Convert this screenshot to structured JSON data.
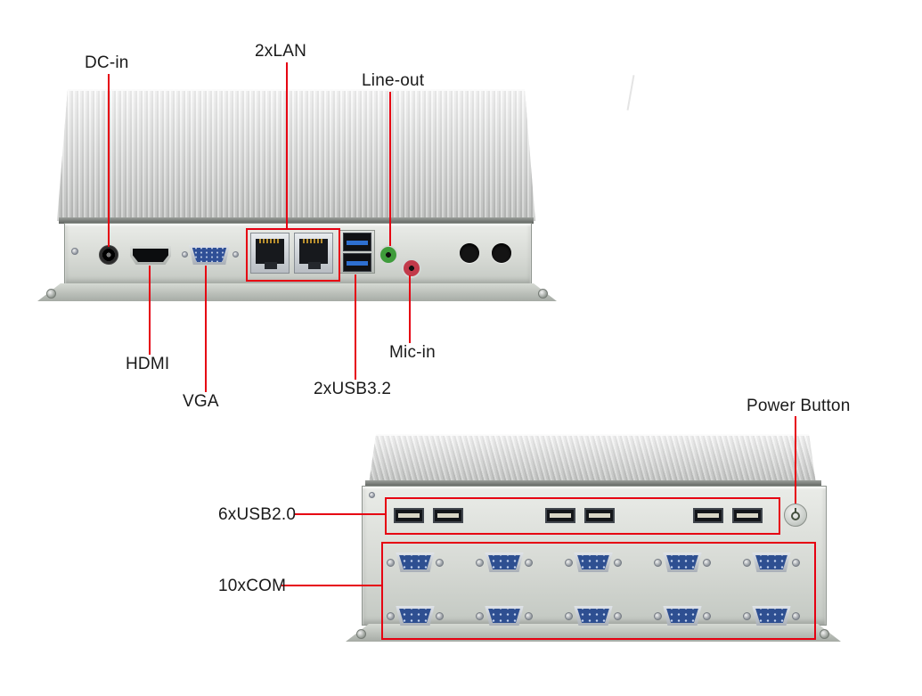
{
  "colors": {
    "callout_red": "#e60012",
    "vga_blue": "#2f4f96",
    "usb3_blue": "#2e6fd0",
    "line_out_green": "#3f9c3b",
    "mic_in_red": "#c23a4a",
    "com_blue": "#2e4f91",
    "chassis_silver": "#d7dad5"
  },
  "rear_view": {
    "labels": {
      "dc_in": "DC-in",
      "lan": "2xLAN",
      "line_out": "Line-out",
      "hdmi": "HDMI",
      "vga": "VGA",
      "usb3": "2xUSB3.2",
      "mic_in": "Mic-in"
    },
    "port_counts": {
      "lan": 2,
      "usb3": 2,
      "antenna_holes": 2
    }
  },
  "front_view": {
    "labels": {
      "usb2": "6xUSB2.0",
      "com": "10xCOM",
      "power": "Power Button"
    },
    "port_counts": {
      "usb2": 6,
      "com": 10
    }
  }
}
